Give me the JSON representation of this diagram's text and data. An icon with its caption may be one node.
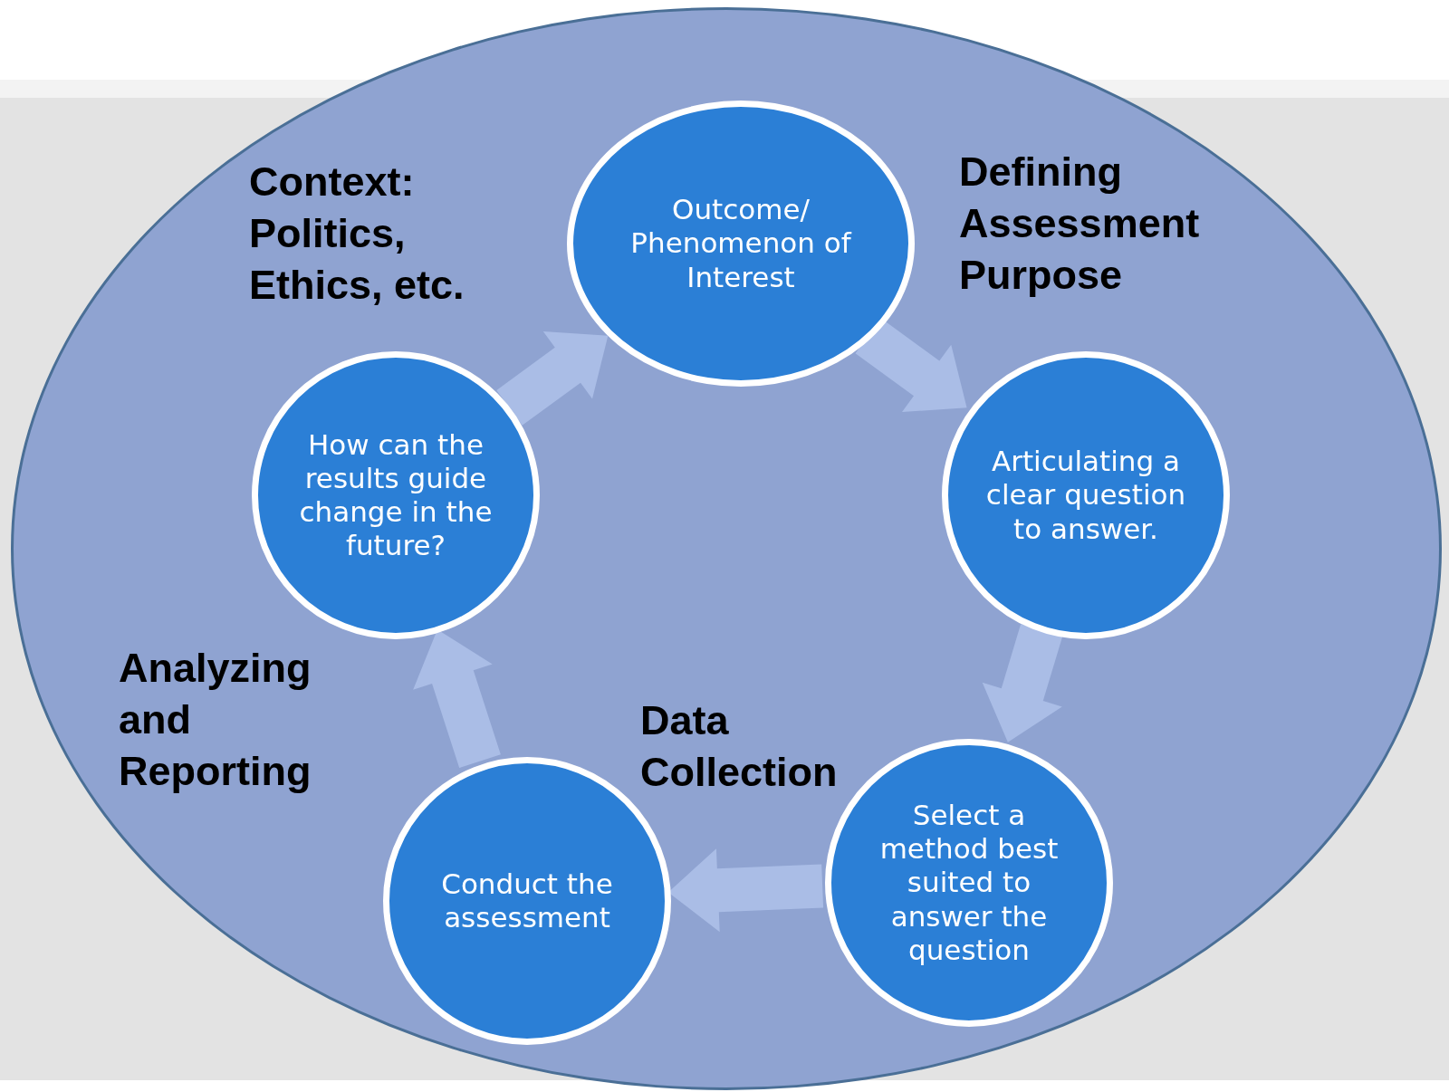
{
  "diagram": {
    "nodes": [
      {
        "text": [],
        "shape": "ellipse"
      },
      {
        "text": [
          "Outcome/ Phenomenon of Interest"
        ],
        "in": 0
      },
      {
        "text": [
          "Articulating a clear question to answer."
        ],
        "in": 0
      },
      {
        "text": [
          "Select a method best suited to answer the question"
        ],
        "in": 0
      },
      {
        "text": [
          "Conduct the assessment"
        ],
        "in": 0
      },
      {
        "text": [
          "How can the results guide change in the future?"
        ],
        "in": 0
      }
    ],
    "edges": [
      {
        "from": 1,
        "to": 2,
        "arrow": "to"
      },
      {
        "from": 2,
        "to": 3,
        "arrow": "to"
      },
      {
        "from": 3,
        "to": 4,
        "arrow": "to"
      },
      {
        "from": 4,
        "to": 5,
        "arrow": "to"
      },
      {
        "from": 5,
        "to": 1,
        "arrow": "to"
      }
    ],
    "labels": [
      "Context: Politics, Ethics, etc.",
      "Defining Assessment Purpose",
      "Data Collection",
      "Analyzing and Reporting"
    ]
  }
}
